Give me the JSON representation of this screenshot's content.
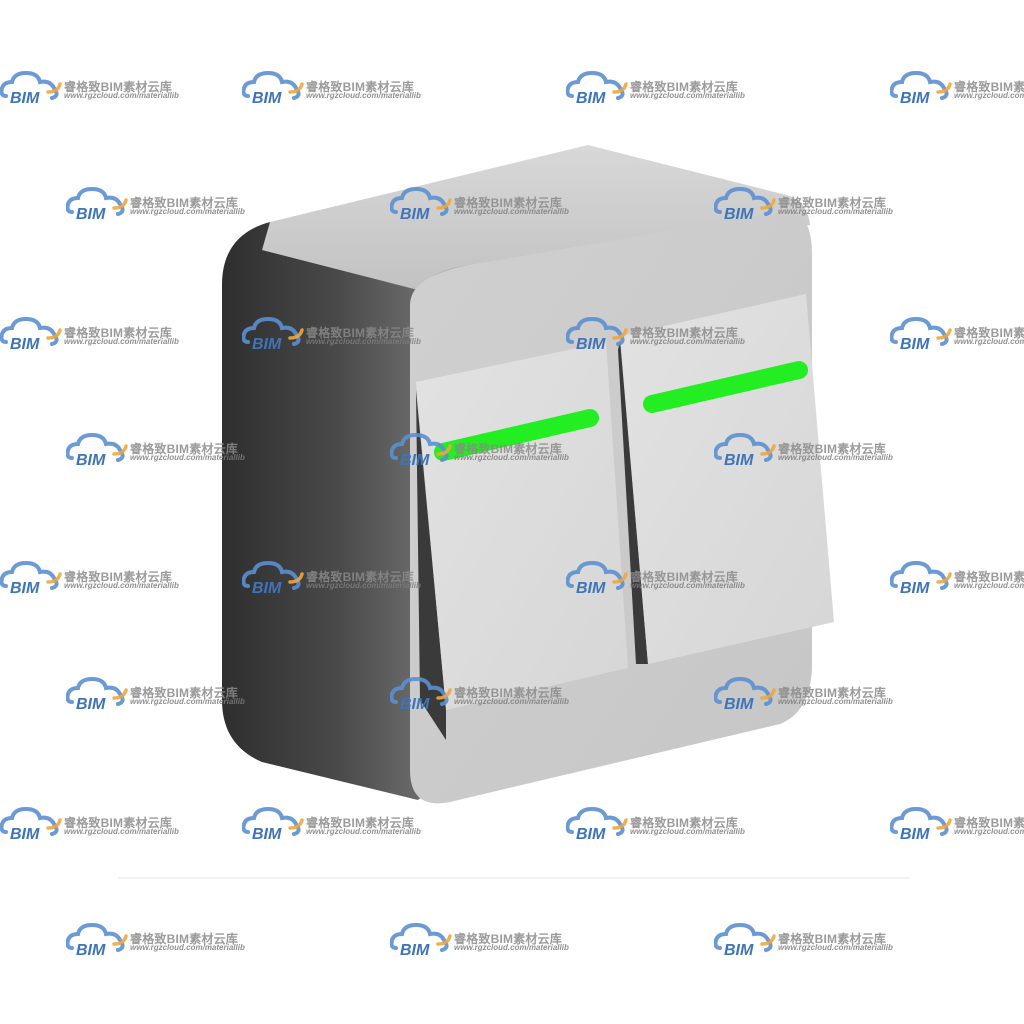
{
  "watermark": {
    "logo_text": "BIM",
    "title": "睿格致BIM素材云库",
    "url": "www.rgzcloud.com/materiallib",
    "logo_colors": {
      "cloud": "#5b8fcf",
      "swoosh": "#f0a63a"
    }
  },
  "object": {
    "name": "two-gang rocker switch",
    "indicator_color": "#22ee22",
    "body_color": "#c9c9c9",
    "side_color": "#444444"
  }
}
